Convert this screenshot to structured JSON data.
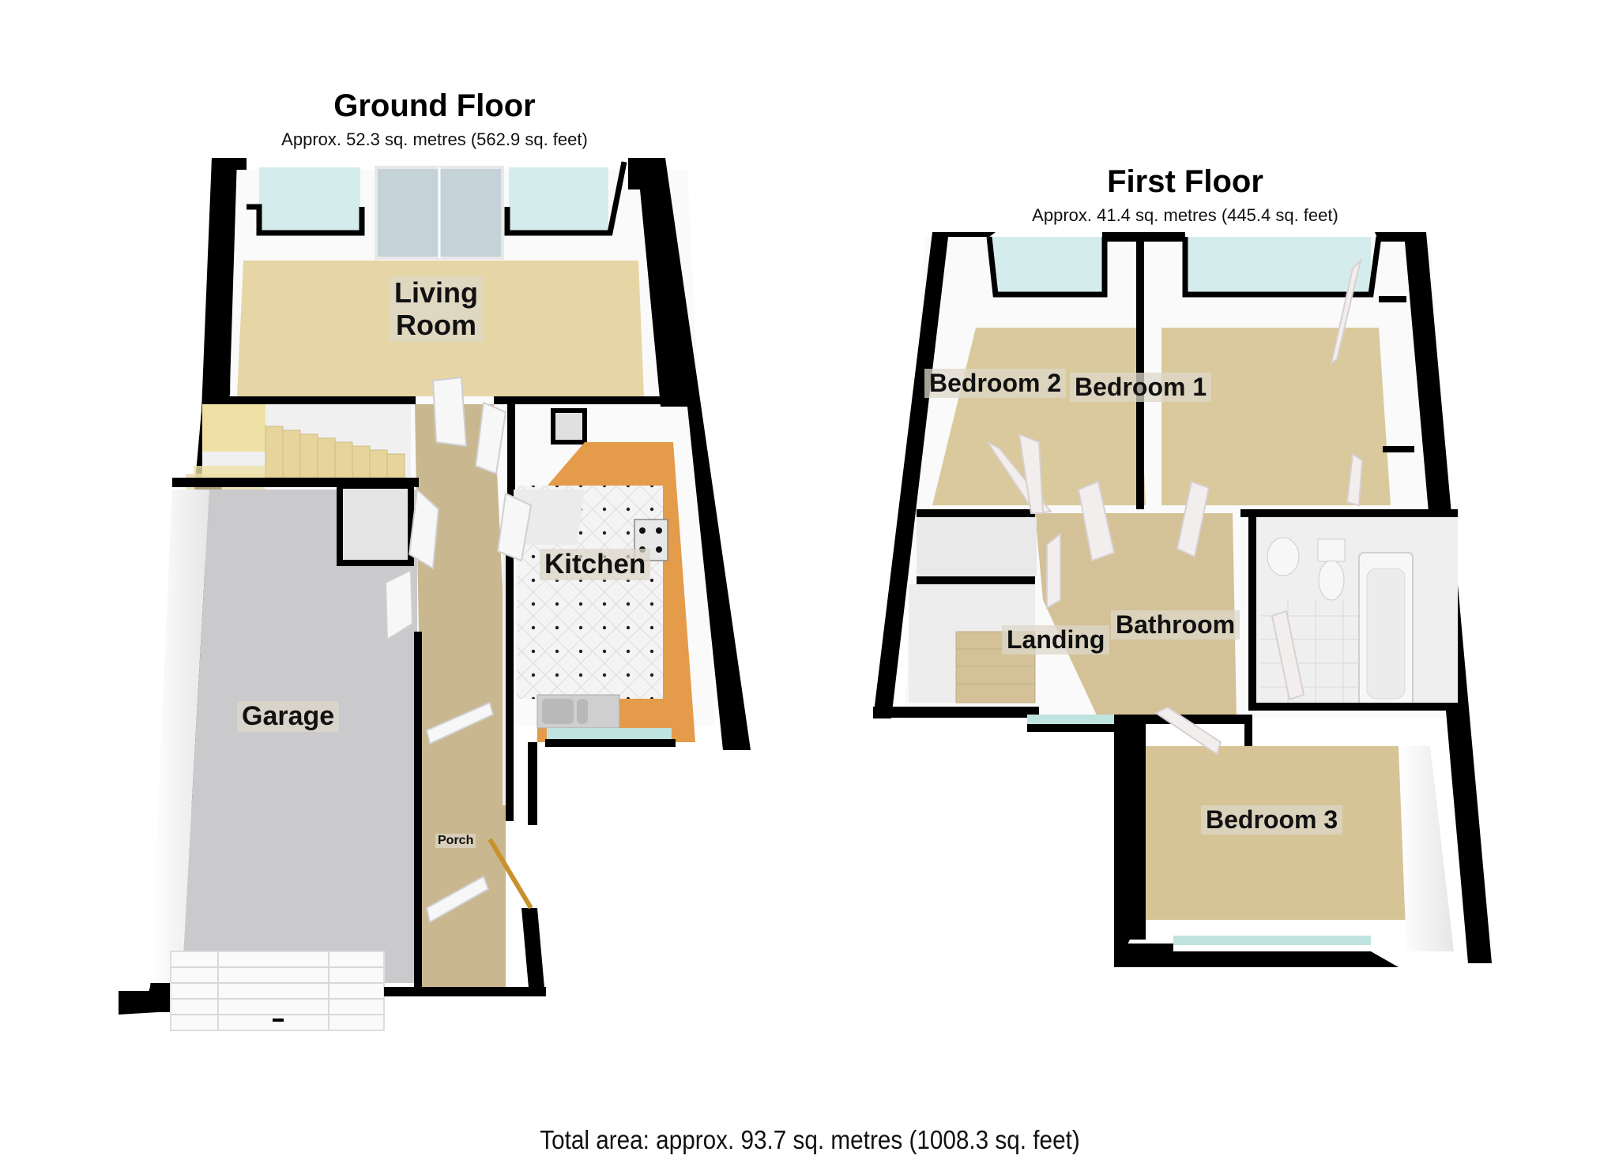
{
  "ground_floor": {
    "title": "Ground Floor",
    "area": "Approx. 52.3 sq. metres (562.9 sq. feet)",
    "rooms": {
      "living_room": "Living\nRoom",
      "kitchen": "Kitchen",
      "garage": "Garage",
      "porch": "Porch"
    }
  },
  "first_floor": {
    "title": "First Floor",
    "area": "Approx. 41.4 sq. metres (445.4 sq. feet)",
    "rooms": {
      "bedroom_1": "Bedroom 1",
      "bedroom_2": "Bedroom 2",
      "bedroom_3": "Bedroom 3",
      "landing": "Landing",
      "bathroom": "Bathroom"
    }
  },
  "total_area": "Total area: approx. 93.7 sq. metres (1008.3 sq. feet)",
  "colors": {
    "wall": "#000000",
    "carpet_living": "#e6d6a6",
    "carpet_first": "#d9c99c",
    "hall": "#c9b78f",
    "garage_floor": "#c9c9cc",
    "kitchen_counter": "#e39a47",
    "kitchen_floor": "#f2f2f2",
    "window_glass": "#c9e6e6",
    "inner_wall": "#f2f2f2"
  }
}
